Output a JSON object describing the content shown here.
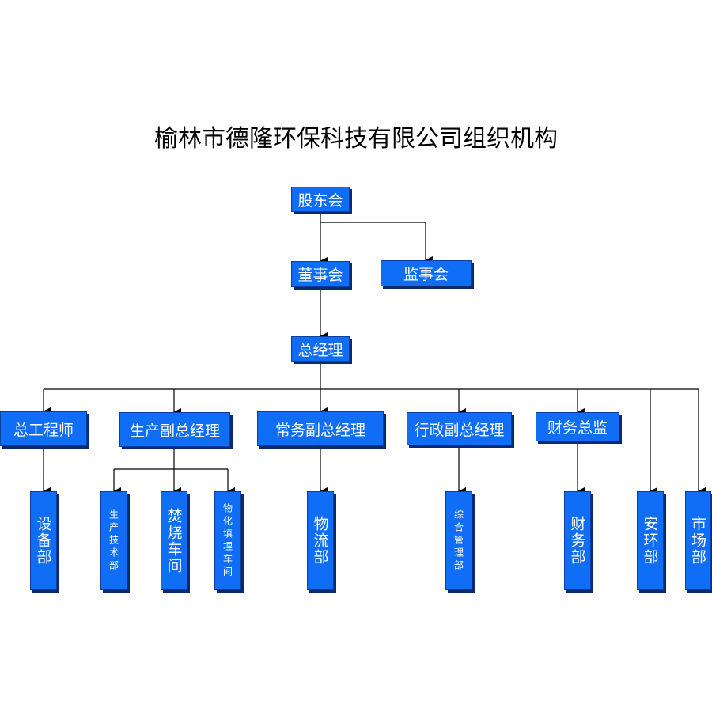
{
  "title": "榆林市德隆环保科技有限公司组织机构",
  "nodes": {
    "shareholders": "股东会",
    "board": "董事会",
    "supervisors": "监事会",
    "gm": "总经理",
    "chief_engineer": "总工程师",
    "production_vp": "生产副总经理",
    "executive_vp": "常务副总经理",
    "admin_vp": "行政副总经理",
    "finance_director": "财务总监",
    "equipment_dept": "设备部",
    "production_tech_dept": "生产技术部",
    "incineration_workshop": "焚烧车间",
    "solidification_workshop": "物化填埋车间",
    "logistics_dept": "物流部",
    "general_mgmt_dept": "综合管理部",
    "finance_dept": "财务部",
    "safety_env_dept": "安环部",
    "market_dept": "市场部"
  },
  "colors": {
    "box_fill": "#0f6ef5",
    "box_border": "#0a3fa0",
    "box_shadow": "#0a2a70",
    "text": "#ffffff",
    "line": "#000000"
  }
}
